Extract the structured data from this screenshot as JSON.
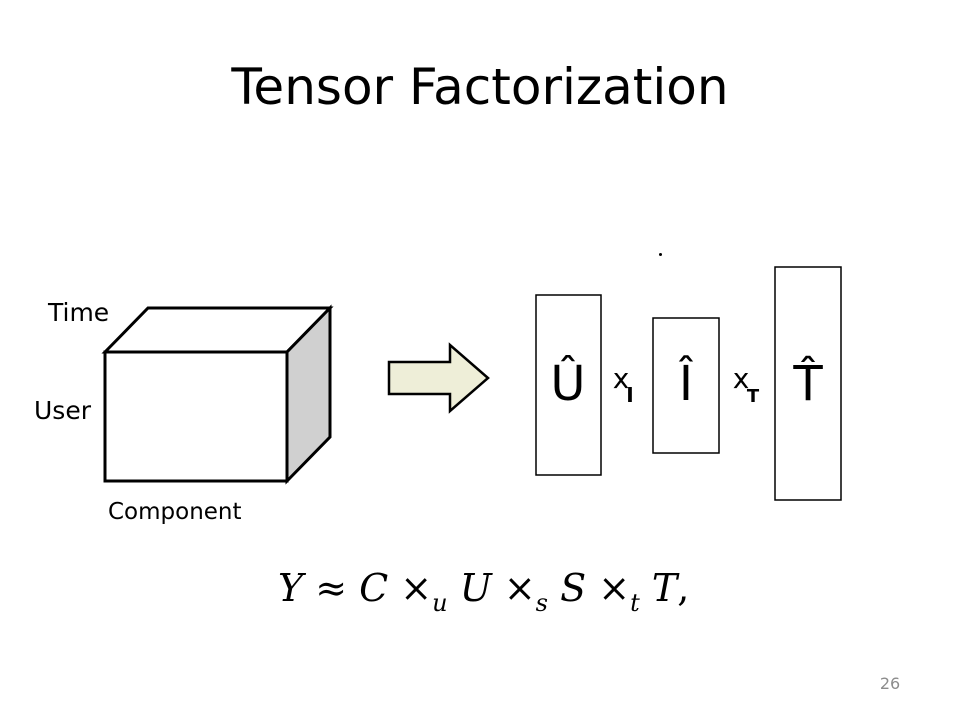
{
  "slide": {
    "title": "Tensor Factorization",
    "page_number": "26"
  },
  "tensor": {
    "labels": {
      "time": "Time",
      "user": "User",
      "component": "Component"
    }
  },
  "factors": {
    "u": "Û",
    "i": "Î",
    "t": "T̂",
    "op_i": "x",
    "op_i_sub": "I",
    "op_t": "x",
    "op_t_sub": "T"
  },
  "formula": {
    "lhs": "Y",
    "approx": "≈",
    "core": "C",
    "times": "×",
    "sub_u": "u",
    "u": "U",
    "sub_s": "s",
    "s": "S",
    "sub_t": "t",
    "t": "T",
    "end": ","
  },
  "colors": {
    "cube_side": "#d0d0d0",
    "arrow_fill": "#eeeed8",
    "stroke": "#000000"
  }
}
